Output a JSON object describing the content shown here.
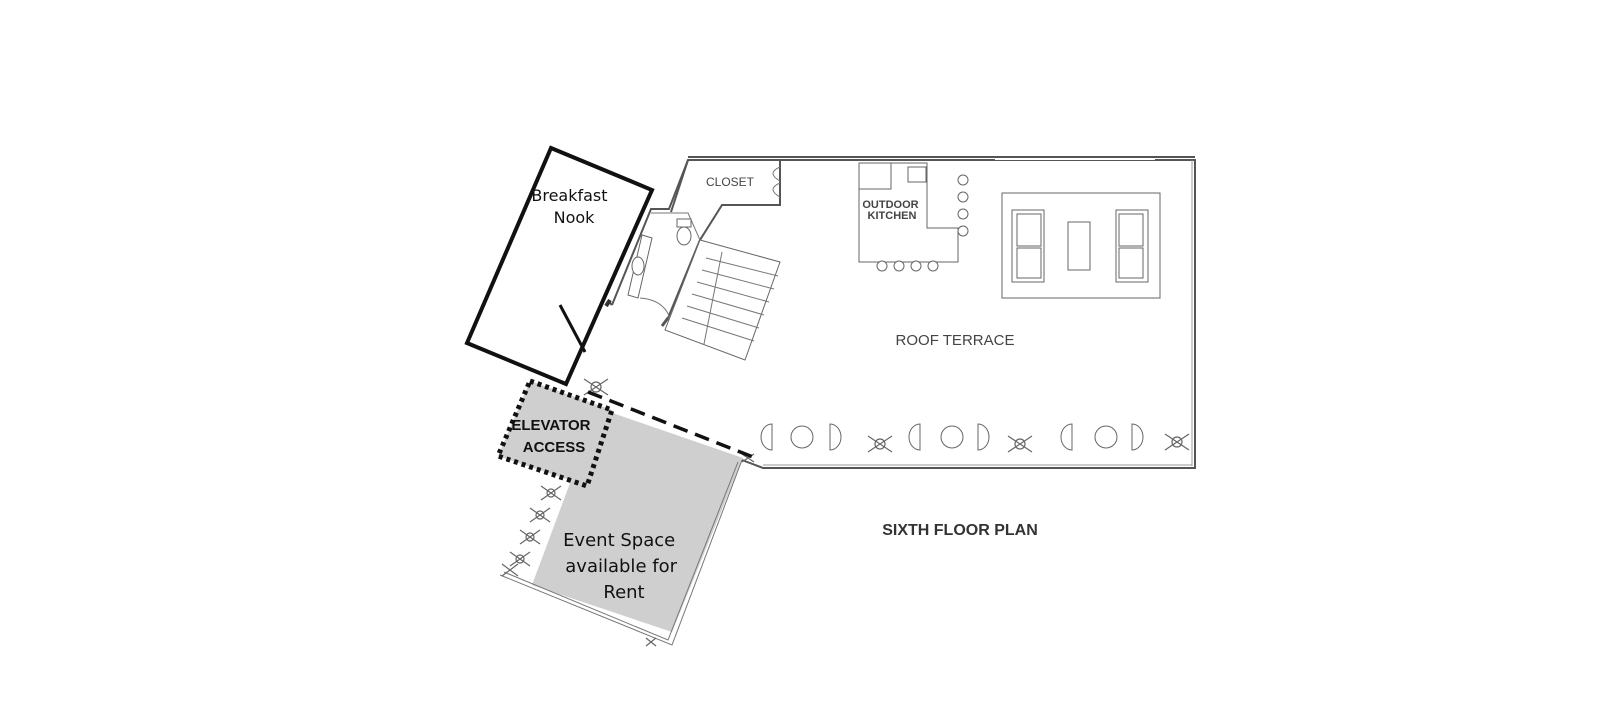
{
  "plan": {
    "title": "SIXTH FLOOR PLAN",
    "rooms": {
      "breakfast_nook": [
        "Breakfast",
        "Nook"
      ],
      "closet": "CLOSET",
      "outdoor_kitchen": [
        "OUTDOOR",
        "KITCHEN"
      ],
      "roof_terrace": "ROOF TERRACE",
      "elevator_access": [
        "ELEVATOR",
        "ACCESS"
      ],
      "event_space": [
        "Event Space",
        "available for",
        "Rent"
      ]
    },
    "colors": {
      "event_space_fill": "#cfcfcf",
      "outline": "#111111",
      "walls": "#555555"
    }
  }
}
